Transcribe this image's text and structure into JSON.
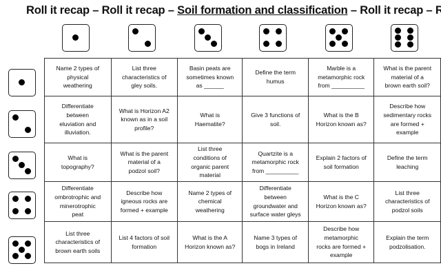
{
  "title": {
    "lead": "Roll it recap – Roll it recap – ",
    "topic": "Soil formation and classification",
    "tail": " – Roll it recap – Roll it reca"
  },
  "dice_faces": [
    1,
    2,
    3,
    4,
    5,
    6
  ],
  "grid": {
    "rows": [
      {
        "die": 1,
        "cells": [
          [
            "Name 2 types of",
            "physical",
            "weathering"
          ],
          [
            "List three",
            "characteristics of",
            "gley soils."
          ],
          [
            "Basin peats are",
            "sometimes known",
            "as ______"
          ],
          [
            "Define the term",
            "humus"
          ],
          [
            "Marble is a",
            "metamorphic rock",
            "from __________"
          ],
          [
            "What is the parent",
            "material of a",
            "brown earth soil?"
          ]
        ]
      },
      {
        "die": 2,
        "cells": [
          [
            "Differentiate",
            "between",
            "eluviation and",
            "illuviation."
          ],
          [
            "What is Horizon A2",
            "known as in a soil",
            "profile?"
          ],
          [
            "What is",
            "Haematite?"
          ],
          [
            "Give 3 functions of",
            "soil."
          ],
          [
            "What is the B",
            "Horizon known as?"
          ],
          [
            "Describe how",
            "sedimentary rocks",
            "are formed +",
            "example"
          ]
        ]
      },
      {
        "die": 3,
        "cells": [
          [
            "What is",
            "topography?"
          ],
          [
            "What is the parent",
            "material of a",
            "podzol soil?"
          ],
          [
            "List three",
            "conditions of",
            "organic parent",
            "material"
          ],
          [
            "Quartzite is a",
            "metamorphic rock",
            "from __________"
          ],
          [
            "Explain 2 factors of",
            "soil formation"
          ],
          [
            "Define the term",
            "leaching"
          ]
        ]
      },
      {
        "die": 4,
        "cells": [
          [
            "Differentiate",
            "ombrotrophic and",
            "minerotrophic",
            "peat"
          ],
          [
            "Describe how",
            "igneous rocks are",
            "formed + example"
          ],
          [
            "Name 2 types of",
            "chemical",
            "weathering"
          ],
          [
            "Differentiate",
            "between",
            "groundwater and",
            "surface water gleys"
          ],
          [
            "What is the C",
            "Horizon known as?"
          ],
          [
            "List three",
            "characteristics of",
            "podzol soils"
          ]
        ]
      },
      {
        "die": 5,
        "cells": [
          [
            "List three",
            "characteristics of",
            "brown earth soils"
          ],
          [
            "List 4 factors of soil",
            "formation"
          ],
          [
            "What is the A",
            "Horizon known as?"
          ],
          [
            "Name 3 types of",
            "bogs in Ireland"
          ],
          [
            "Describe how",
            "metamorphic",
            "rocks are formed +",
            "example"
          ],
          [
            "Explain the term",
            "podzolisation."
          ]
        ]
      }
    ]
  }
}
